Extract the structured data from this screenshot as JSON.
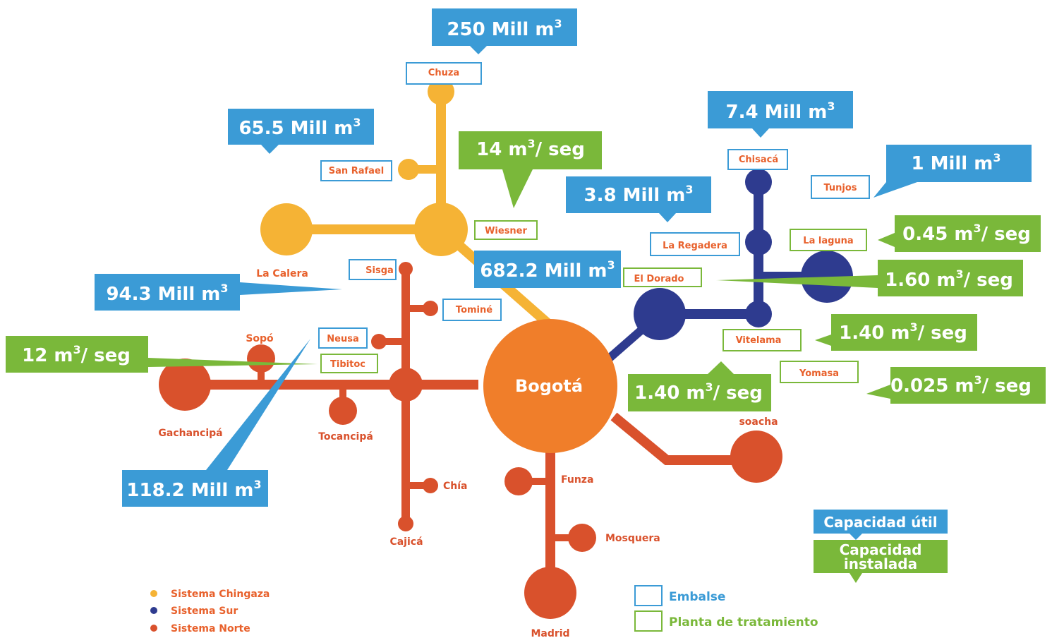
{
  "colors": {
    "chingaza": "#f5b335",
    "sur": "#2e3b8f",
    "norte": "#d9512c",
    "bogota": "#f07e2a",
    "blue_callout": "#3b9bd6",
    "green_callout": "#7ab83a",
    "label_orange": "#e8612c"
  },
  "center": {
    "label": "Bogotá"
  },
  "places": {
    "la_calera": "La Calera",
    "sopo": "Sopó",
    "gachancipa": "Gachancipá",
    "tocancipa": "Tocancipá",
    "chia": "Chía",
    "cajica": "Cajicá",
    "funza": "Funza",
    "mosquera": "Mosquera",
    "madrid": "Madrid",
    "soacha": "soacha"
  },
  "boxes": {
    "chuza": "Chuza",
    "san_rafael": "San Rafael",
    "wiesner": "Wiesner",
    "sisga": "Sisga",
    "tomine": "Tominé",
    "neusa": "Neusa",
    "tibitoc": "Tibitoc",
    "chisaca": "Chisacá",
    "tunjos": "Tunjos",
    "la_regadera": "La Regadera",
    "la_laguna": "La laguna",
    "el_dorado": "El Dorado",
    "vitelama": "Vitelama",
    "yomasa": "Yomasa"
  },
  "callouts": {
    "c250": {
      "value": "250 Mill m",
      "sup": "3"
    },
    "c65": {
      "value": "65.5 Mill m",
      "sup": "3"
    },
    "c14": {
      "value": "14 m",
      "sup": "3",
      "unit": "/ seg"
    },
    "c7": {
      "value": "7.4 Mill m",
      "sup": "3"
    },
    "c1": {
      "value": "1 Mill m",
      "sup": "3"
    },
    "c38": {
      "value": "3.8 Mill m",
      "sup": "3"
    },
    "c045": {
      "value": "0.45 m",
      "sup": "3",
      "unit": "/ seg"
    },
    "c682": {
      "value": "682.2 Mill m",
      "sup": "3"
    },
    "c160": {
      "value": "1.60 m",
      "sup": "3",
      "unit": "/ seg"
    },
    "c94": {
      "value": "94.3 Mill m",
      "sup": "3"
    },
    "c140a": {
      "value": "1.40 m",
      "sup": "3",
      "unit": "/ seg"
    },
    "c12": {
      "value": "12 m",
      "sup": "3",
      "unit": "/ seg"
    },
    "c0025": {
      "value": "0.025 m",
      "sup": "3",
      "unit": "/ seg"
    },
    "c140b": {
      "value": "1.40 m",
      "sup": "3",
      "unit": "/ seg"
    },
    "c118": {
      "value": "118.2 Mill m",
      "sup": "3"
    }
  },
  "key": {
    "capacidad_util": "Capacidad útil",
    "capacidad_instalada_1": "Capacidad",
    "capacidad_instalada_2": "instalada"
  },
  "legend": {
    "chingaza": "Sistema Chingaza",
    "sur": "Sistema Sur",
    "norte": "Sistema Norte",
    "embalse": "Embalse",
    "planta": "Planta de tratamiento"
  }
}
